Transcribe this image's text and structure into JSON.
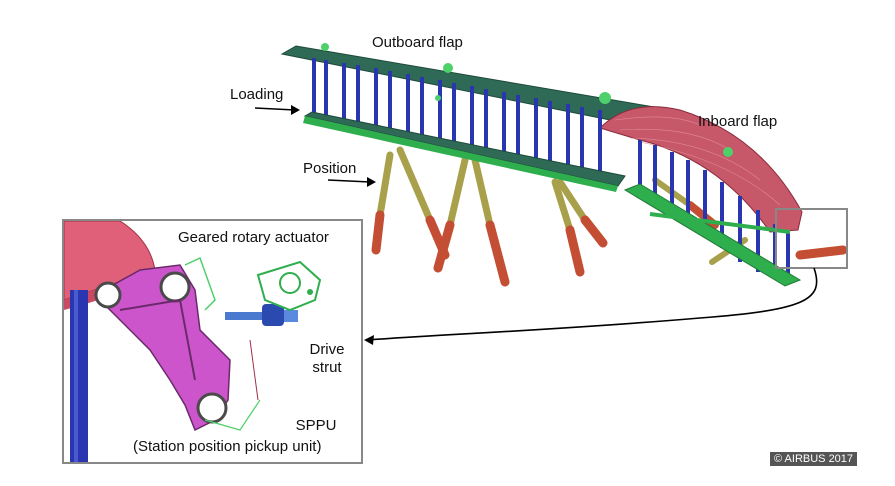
{
  "labels": {
    "outboard_flap": "Outboard flap",
    "inboard_flap": "Inboard flap",
    "loading": "Loading",
    "position": "Position",
    "geared_rotary_actuator": "Geared rotary actuator",
    "drive_strut_line1": "Drive",
    "drive_strut_line2": "strut",
    "sppu": "SPPU",
    "sppu_full": "(Station position pickup unit)"
  },
  "copyright": "© AIRBUS 2017",
  "colors": {
    "flap_surface": "#2e6a55",
    "inboard_flap": "#c7586a",
    "support_beam": "#2fae4e",
    "loading_rod": "#2a36b0",
    "position_actuator_upper": "#a8a04a",
    "position_actuator_lower": "#c44e33",
    "bracket": "#cc55cc",
    "inset_border": "#888888"
  },
  "icons": {
    "main_scene": "flap-test-rig-illustration",
    "inset": "drive-strut-closeup-illustration"
  }
}
